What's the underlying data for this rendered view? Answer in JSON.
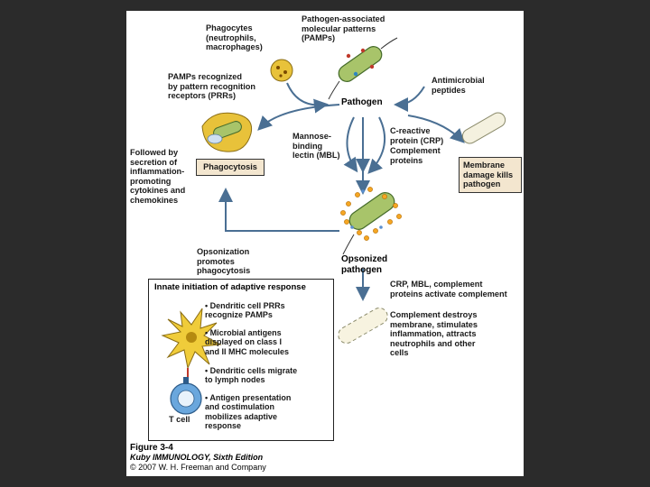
{
  "labels": {
    "phagocytes": "Phagocytes\n(neutrophils,\nmacrophages)",
    "pamps": "Pathogen-associated\nmolecular patterns\n(PAMPs)",
    "pamps_recognized": "PAMPs recognized\nby pattern recognition\nreceptors (PRRs)",
    "pathogen": "Pathogen",
    "antimicrobial": "Antimicrobial\npeptides",
    "followed_by": "Followed by\nsecretion of\ninflammation-\npromoting\ncytokines and\nchemokines",
    "phagocytosis": "Phagocytosis",
    "mannose": "Mannose-\nbinding\nlectin (MBL)",
    "crp": "C-reactive\nprotein (CRP)",
    "complement_proteins": "Complement\nproteins",
    "membrane_damage": "Membrane\ndamage kills\npathogen",
    "opsonization": "Opsonization\npromotes\nphagocytosis",
    "opsonized": "Opsonized\npathogen",
    "crp_mbl": "CRP, MBL, complement\nproteins activate complement",
    "complement_destroys": "Complement destroys\nmembrane, stimulates\ninflammation, attracts\nneutrophils and other\ncells"
  },
  "innate_panel": {
    "title": "Innate initiation of adaptive response",
    "bullets": [
      "• Dendritic cell PRRs\n  recognize PAMPs",
      "• Microbial antigens\n  displayed on class I\n  and II MHC molecules",
      "• Dendritic cells migrate\n  to lymph nodes",
      "• Antigen presentation\n  and costimulation\n  mobilizes adaptive\n  response"
    ],
    "t_cell": "T cell"
  },
  "caption": {
    "figure": "Figure 3-4",
    "book": "Kuby IMMUNOLOGY, Sixth Edition",
    "copyright": "© 2007 W. H. Freeman and Company"
  },
  "colors": {
    "background": "#2b2b2b",
    "panel": "#ffffff",
    "arrow": "#4a6f93",
    "bacterium": "#a8c46a",
    "phagocyte": "#e8c23a",
    "box_fill": "#f3e6cf",
    "tcell": "#6aa7dd"
  }
}
